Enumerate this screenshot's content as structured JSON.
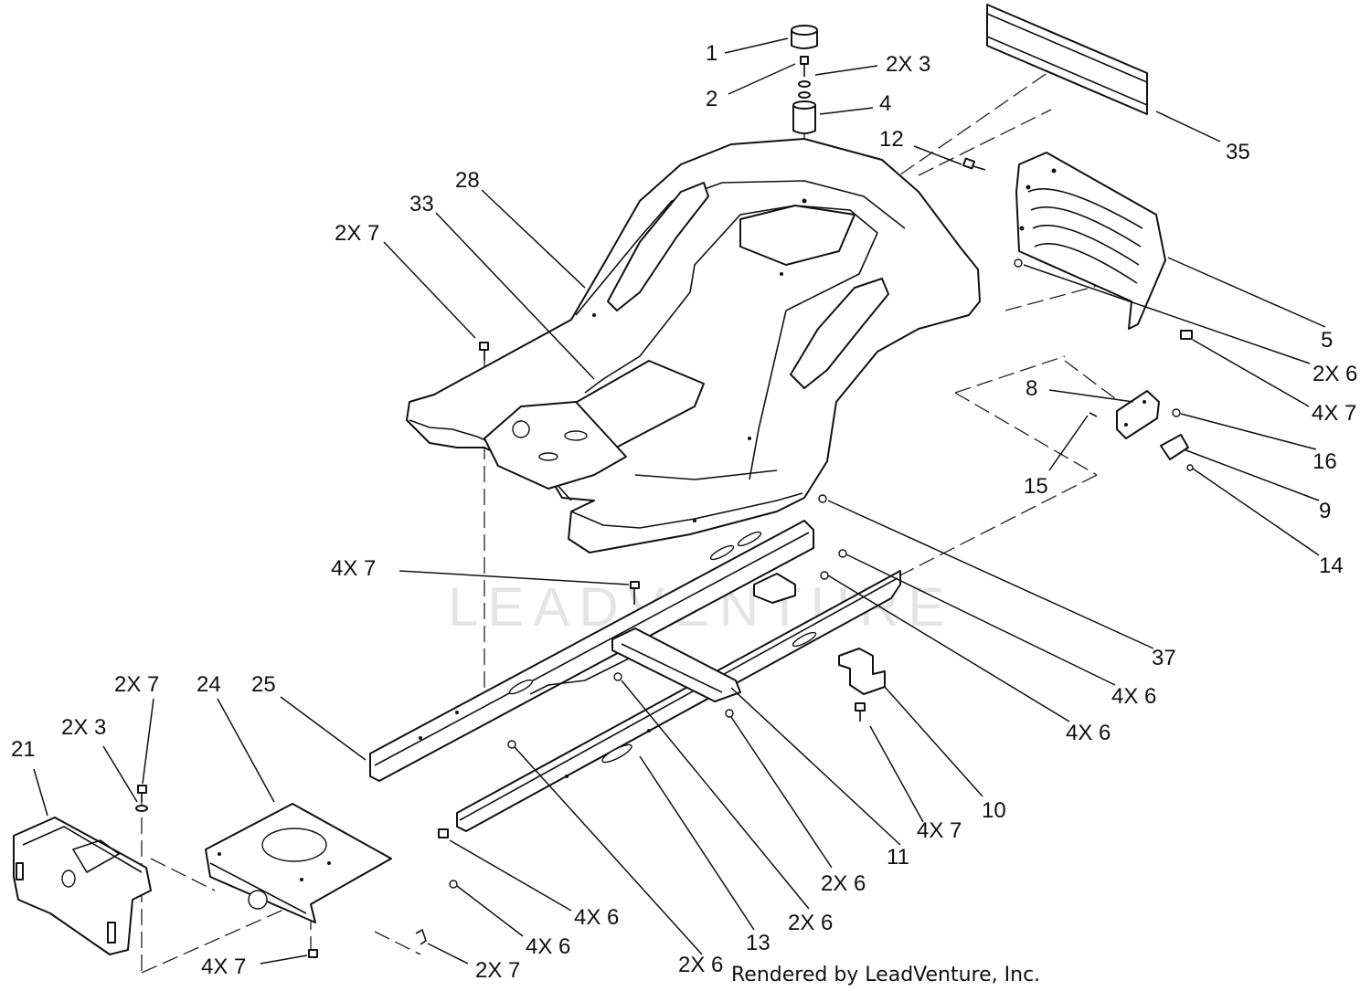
{
  "watermark": "LEADVENTURE",
  "credit": "Rendered by LeadVenture, Inc.",
  "callouts": {
    "c1": "1",
    "c2": "2",
    "c3": "2X 3",
    "c4": "4",
    "c12": "12",
    "c35": "35",
    "c28": "28",
    "c33": "33",
    "c2x7a": "2X 7",
    "c5": "5",
    "c2x6a": "2X 6",
    "c4x7a": "4X 7",
    "c8": "8",
    "c16": "16",
    "c15": "15",
    "c9": "9",
    "c14": "14",
    "c4x7b": "4X 7",
    "c37": "37",
    "c4x6a": "4X 6",
    "c4x6b": "4X 6",
    "c2x7b": "2X 7",
    "c24": "24",
    "c25": "25",
    "c2x3b": "2X 3",
    "c21": "21",
    "c10": "10",
    "c4x7c": "4X 7",
    "c11": "11",
    "c2x6b": "2X 6",
    "c2x6c": "2X 6",
    "c13": "13",
    "c2x6d": "2X 6",
    "c4x6c": "4X 6",
    "c4x6d": "4X 6",
    "c4x7d": "4X 7",
    "c2x7c": "2X 7"
  }
}
